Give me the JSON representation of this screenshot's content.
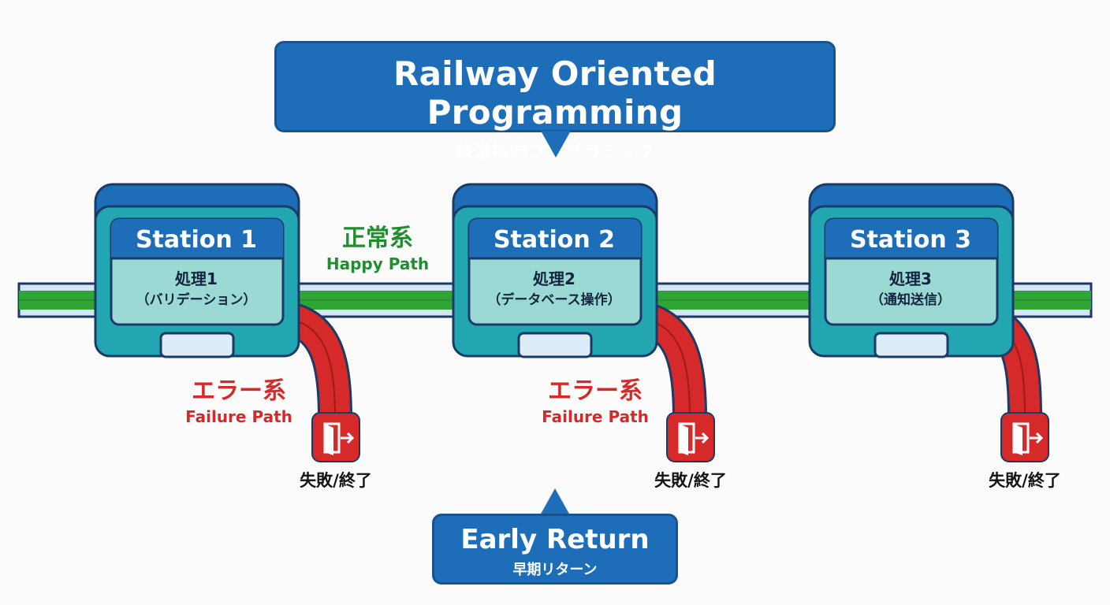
{
  "title": {
    "main": "Railway Oriented Programming",
    "sub": "鉄道指向プログラミング"
  },
  "happy_path": {
    "jp": "正常系",
    "en": "Happy Path"
  },
  "stations": [
    {
      "name": "Station 1",
      "process": "処理1",
      "detail": "（バリデーション）"
    },
    {
      "name": "Station 2",
      "process": "処理2",
      "detail": "（データベース操作）"
    },
    {
      "name": "Station 3",
      "process": "処理3",
      "detail": "（通知送信）"
    }
  ],
  "failure_paths": [
    {
      "jp": "エラー系",
      "en": "Failure Path"
    },
    {
      "jp": "エラー系",
      "en": "Failure Path"
    }
  ],
  "exits": [
    {
      "label": "失敗/終了"
    },
    {
      "label": "失敗/終了"
    },
    {
      "label": "失敗/終了"
    }
  ],
  "early_return": {
    "main": "Early Return",
    "sub": "早期リターン"
  },
  "icons": [
    "exit-door-icon"
  ],
  "colors": {
    "title_blue": "#1d6db8",
    "station_teal": "#22a7b2",
    "happy_green": "#2fa536",
    "failure_red": "#d62a2a",
    "outline_navy": "#1b3a66"
  }
}
